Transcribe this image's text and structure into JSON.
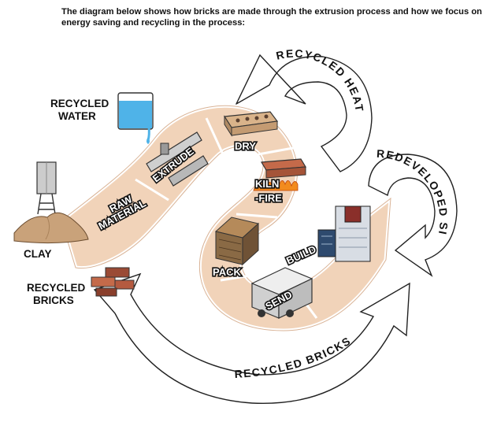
{
  "intro": "The diagram below shows how bricks are made through the extrusion process and how we focus on energy saving and recycling in the process:",
  "labels": {
    "recycled_water": [
      "RECYCLED",
      "WATER"
    ],
    "clay": "CLAY",
    "recycled_bricks_input": [
      "RECYCLED",
      "BRICKS"
    ],
    "raw_material": [
      "RAW",
      "MATERIAL"
    ],
    "extrude": "EXTRUDE",
    "dry": "DRY",
    "kiln_fire": [
      "KILN",
      "-FIRE"
    ],
    "pack": "PACK",
    "send": "SEND",
    "build": "BUILD"
  },
  "arrows": {
    "recycled_heat": "RECYCLED HEAT",
    "redeveloped_sites": "REDEVELOPED SITES",
    "recycled_bricks": "RECYCLED BRICKS"
  },
  "colors": {
    "path_fill": "#f1d3b9",
    "path_edge": "#ffffff",
    "outline": "#222222",
    "arrow_fill": "#ffffff",
    "water": "#4fb3e8",
    "brick": "#c46a4a",
    "flame": "#f28b1e"
  },
  "icons": [
    "water-beaker-icon",
    "water-tower-icon",
    "clay-pile-icon",
    "recycled-bricks-icon",
    "extruder-icon",
    "brick-icon",
    "flame-icon",
    "brick-pallet-icon",
    "delivery-truck-icon",
    "buildings-icon"
  ]
}
